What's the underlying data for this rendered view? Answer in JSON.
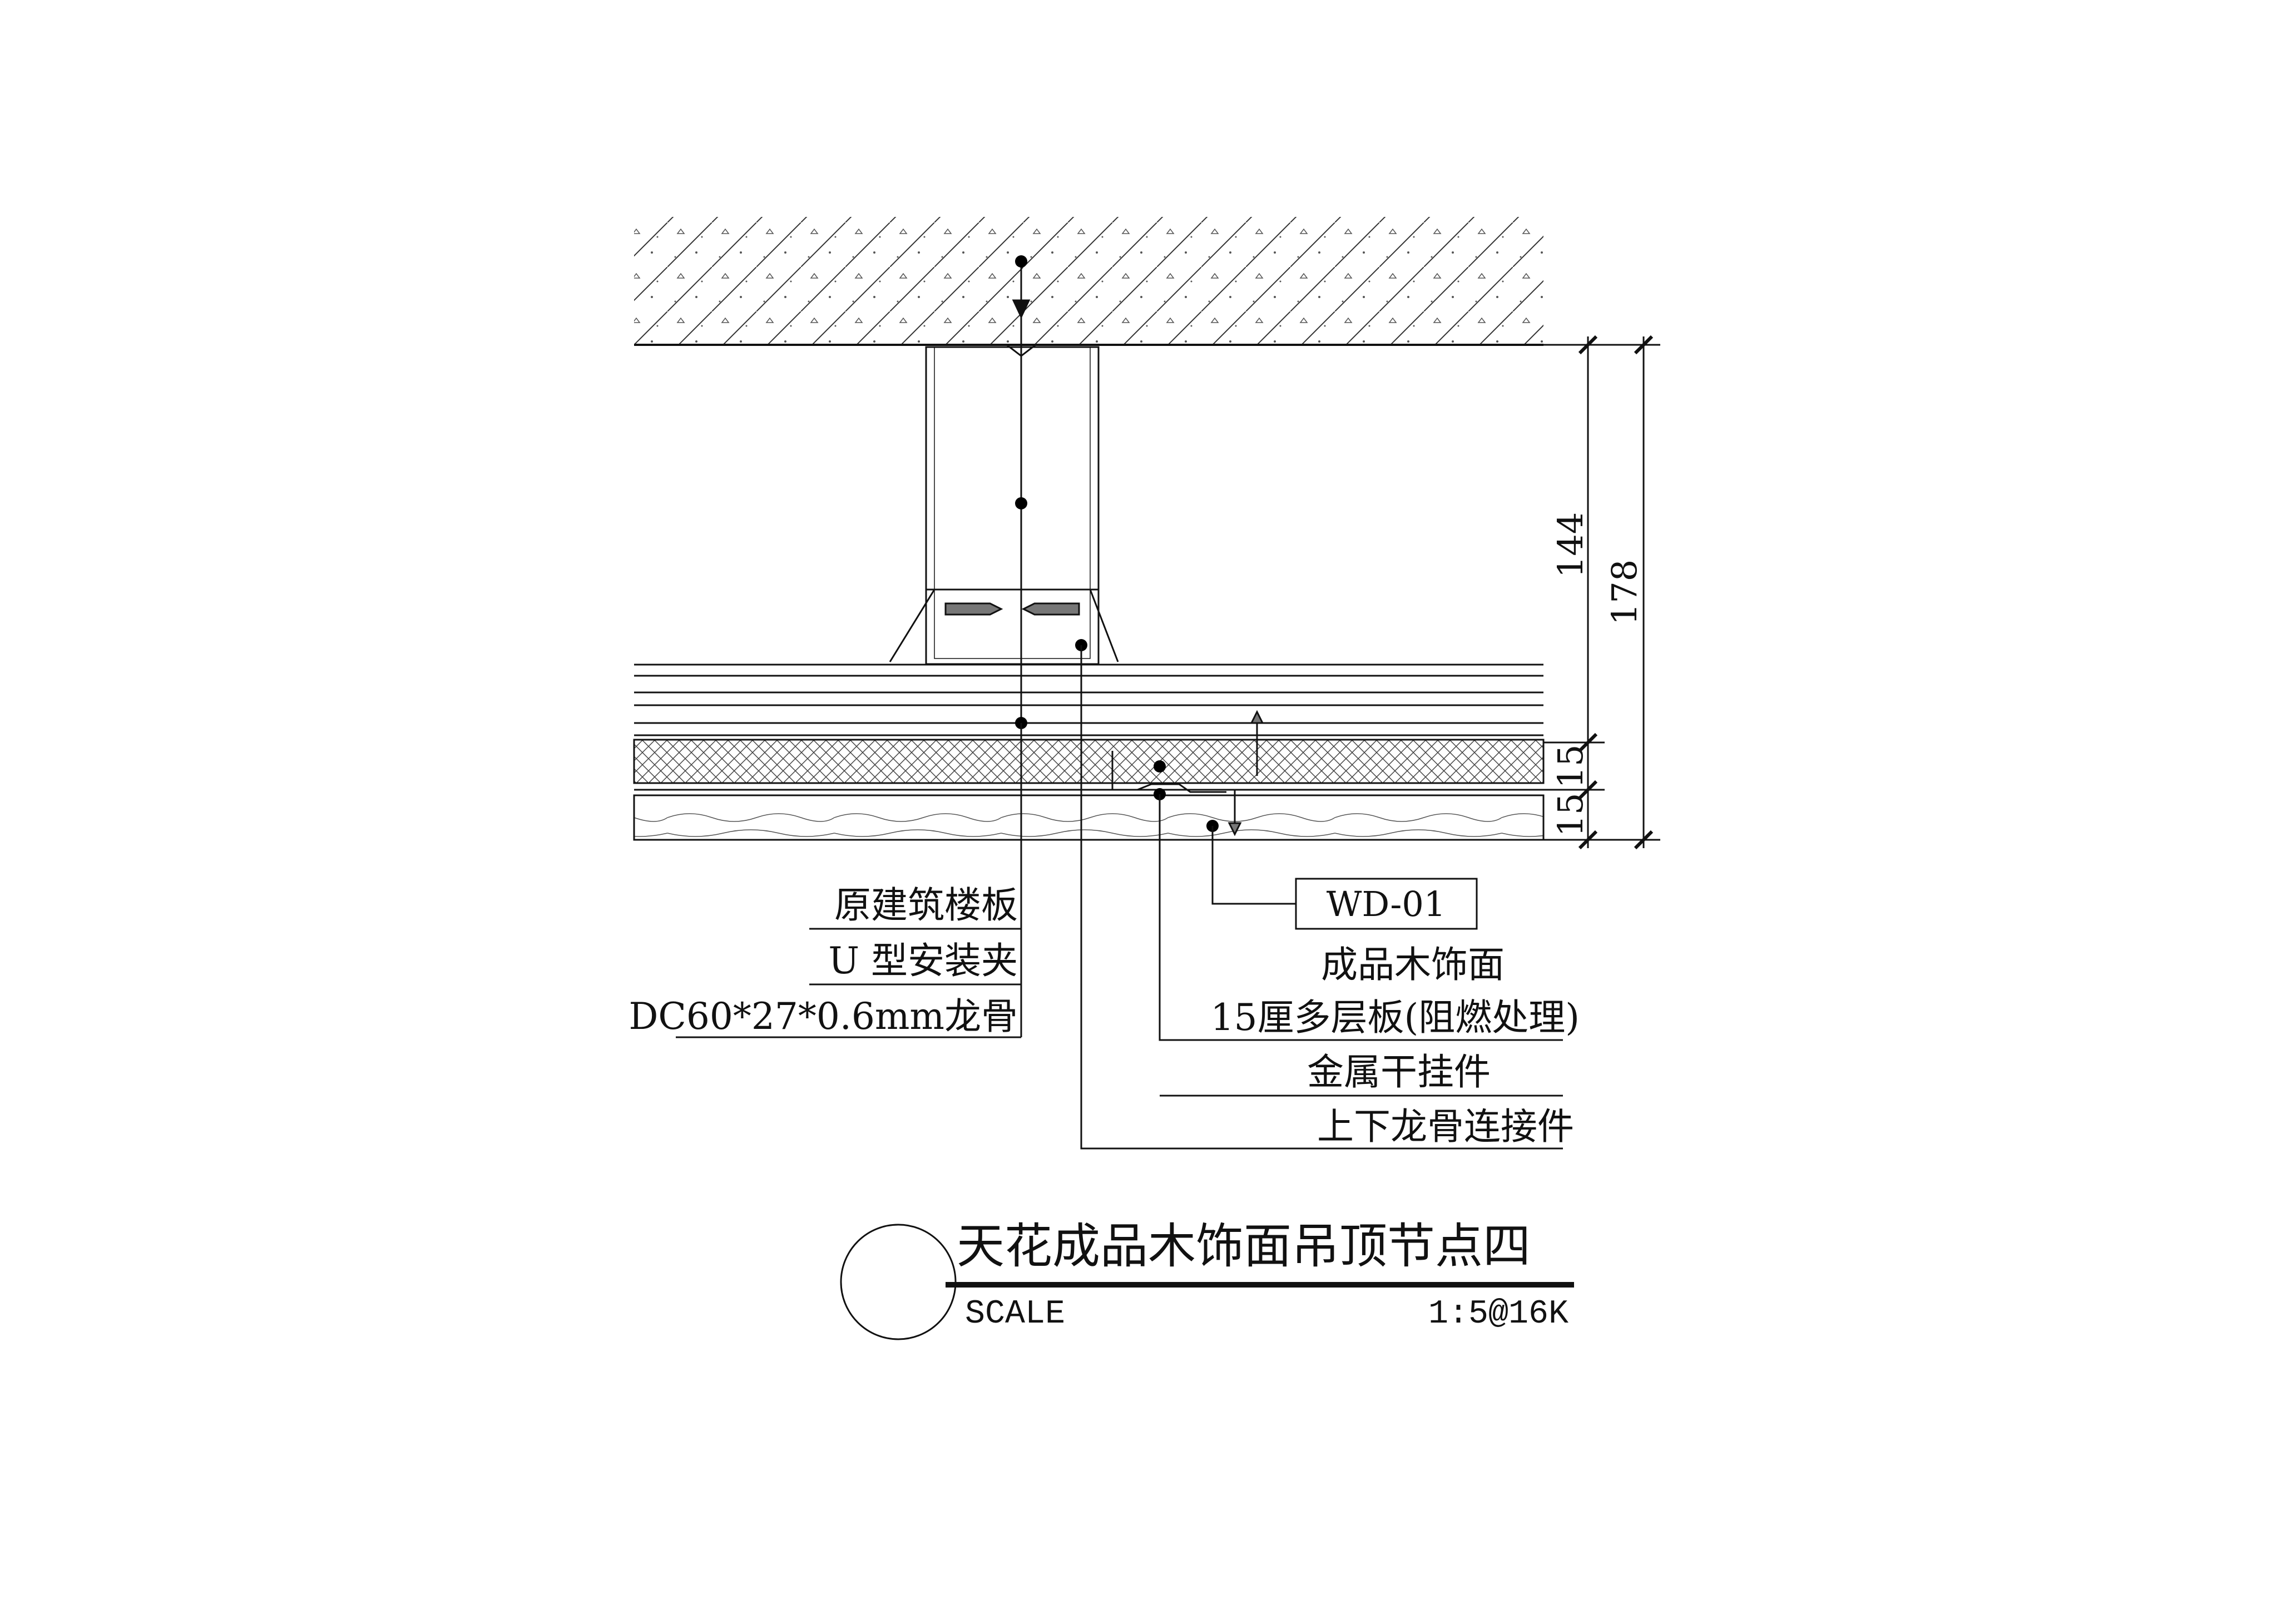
{
  "labels_left": [
    {
      "text": "原建筑楼板"
    },
    {
      "text": "U 型安装夹"
    },
    {
      "text": "DC60*27*0.6mm龙骨"
    }
  ],
  "labels_right": [
    {
      "text": "成品木饰面"
    },
    {
      "text": "15厘多层板(阻燃处理)"
    },
    {
      "text": "金属干挂件"
    },
    {
      "text": "上下龙骨连接件"
    }
  ],
  "tag": "WD-01",
  "dimensions": {
    "d144": "144",
    "d178": "178",
    "d15a": "15",
    "d15b": "15"
  },
  "title": {
    "main": "天花成品木饰面吊顶节点四",
    "scale_label": "SCALE",
    "scale_value": "1:5@16K"
  }
}
